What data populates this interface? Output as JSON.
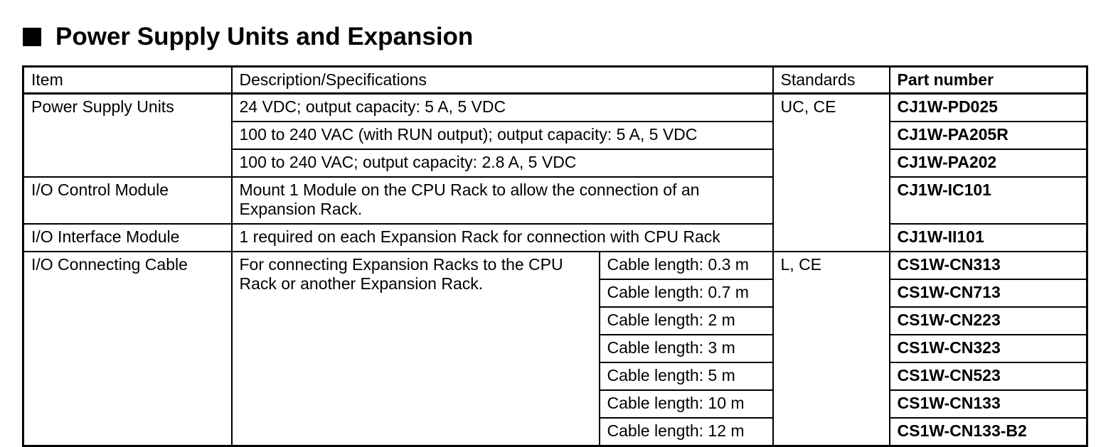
{
  "heading": {
    "title": "Power Supply Units and Expansion"
  },
  "table": {
    "headers": {
      "item": "Item",
      "description": "Description/Specifications",
      "standards": "Standards",
      "part_number": "Part number"
    },
    "power_supply": {
      "item": "Power Supply Units",
      "standards": "UC, CE",
      "rows": [
        {
          "description": "24 VDC; output capacity: 5 A, 5 VDC",
          "part": "CJ1W-PD025"
        },
        {
          "description": "100 to 240 VAC (with RUN output); output capacity: 5 A, 5 VDC",
          "part": "CJ1W-PA205R"
        },
        {
          "description": "100 to 240 VAC; output capacity: 2.8 A, 5 VDC",
          "part": "CJ1W-PA202"
        }
      ]
    },
    "io_control": {
      "item": "I/O Control Module",
      "description": "Mount 1 Module on the CPU Rack to allow the connection of an Expansion Rack.",
      "part": "CJ1W-IC101"
    },
    "io_interface": {
      "item": "I/O Interface Module",
      "description": "1 required on each Expansion Rack for connection with CPU Rack",
      "part": "CJ1W-II101"
    },
    "io_cable": {
      "item": "I/O Connecting Cable",
      "description": "For connecting Expansion Racks to the CPU Rack or another Expansion Rack.",
      "standards": "L, CE",
      "rows": [
        {
          "length": "Cable length: 0.3 m",
          "part": "CS1W-CN313"
        },
        {
          "length": "Cable length: 0.7 m",
          "part": "CS1W-CN713"
        },
        {
          "length": "Cable length: 2 m",
          "part": "CS1W-CN223"
        },
        {
          "length": "Cable length: 3 m",
          "part": "CS1W-CN323"
        },
        {
          "length": "Cable length: 5 m",
          "part": "CS1W-CN523"
        },
        {
          "length": "Cable length: 10 m",
          "part": "CS1W-CN133"
        },
        {
          "length": "Cable length: 12 m",
          "part": "CS1W-CN133-B2"
        }
      ]
    }
  }
}
